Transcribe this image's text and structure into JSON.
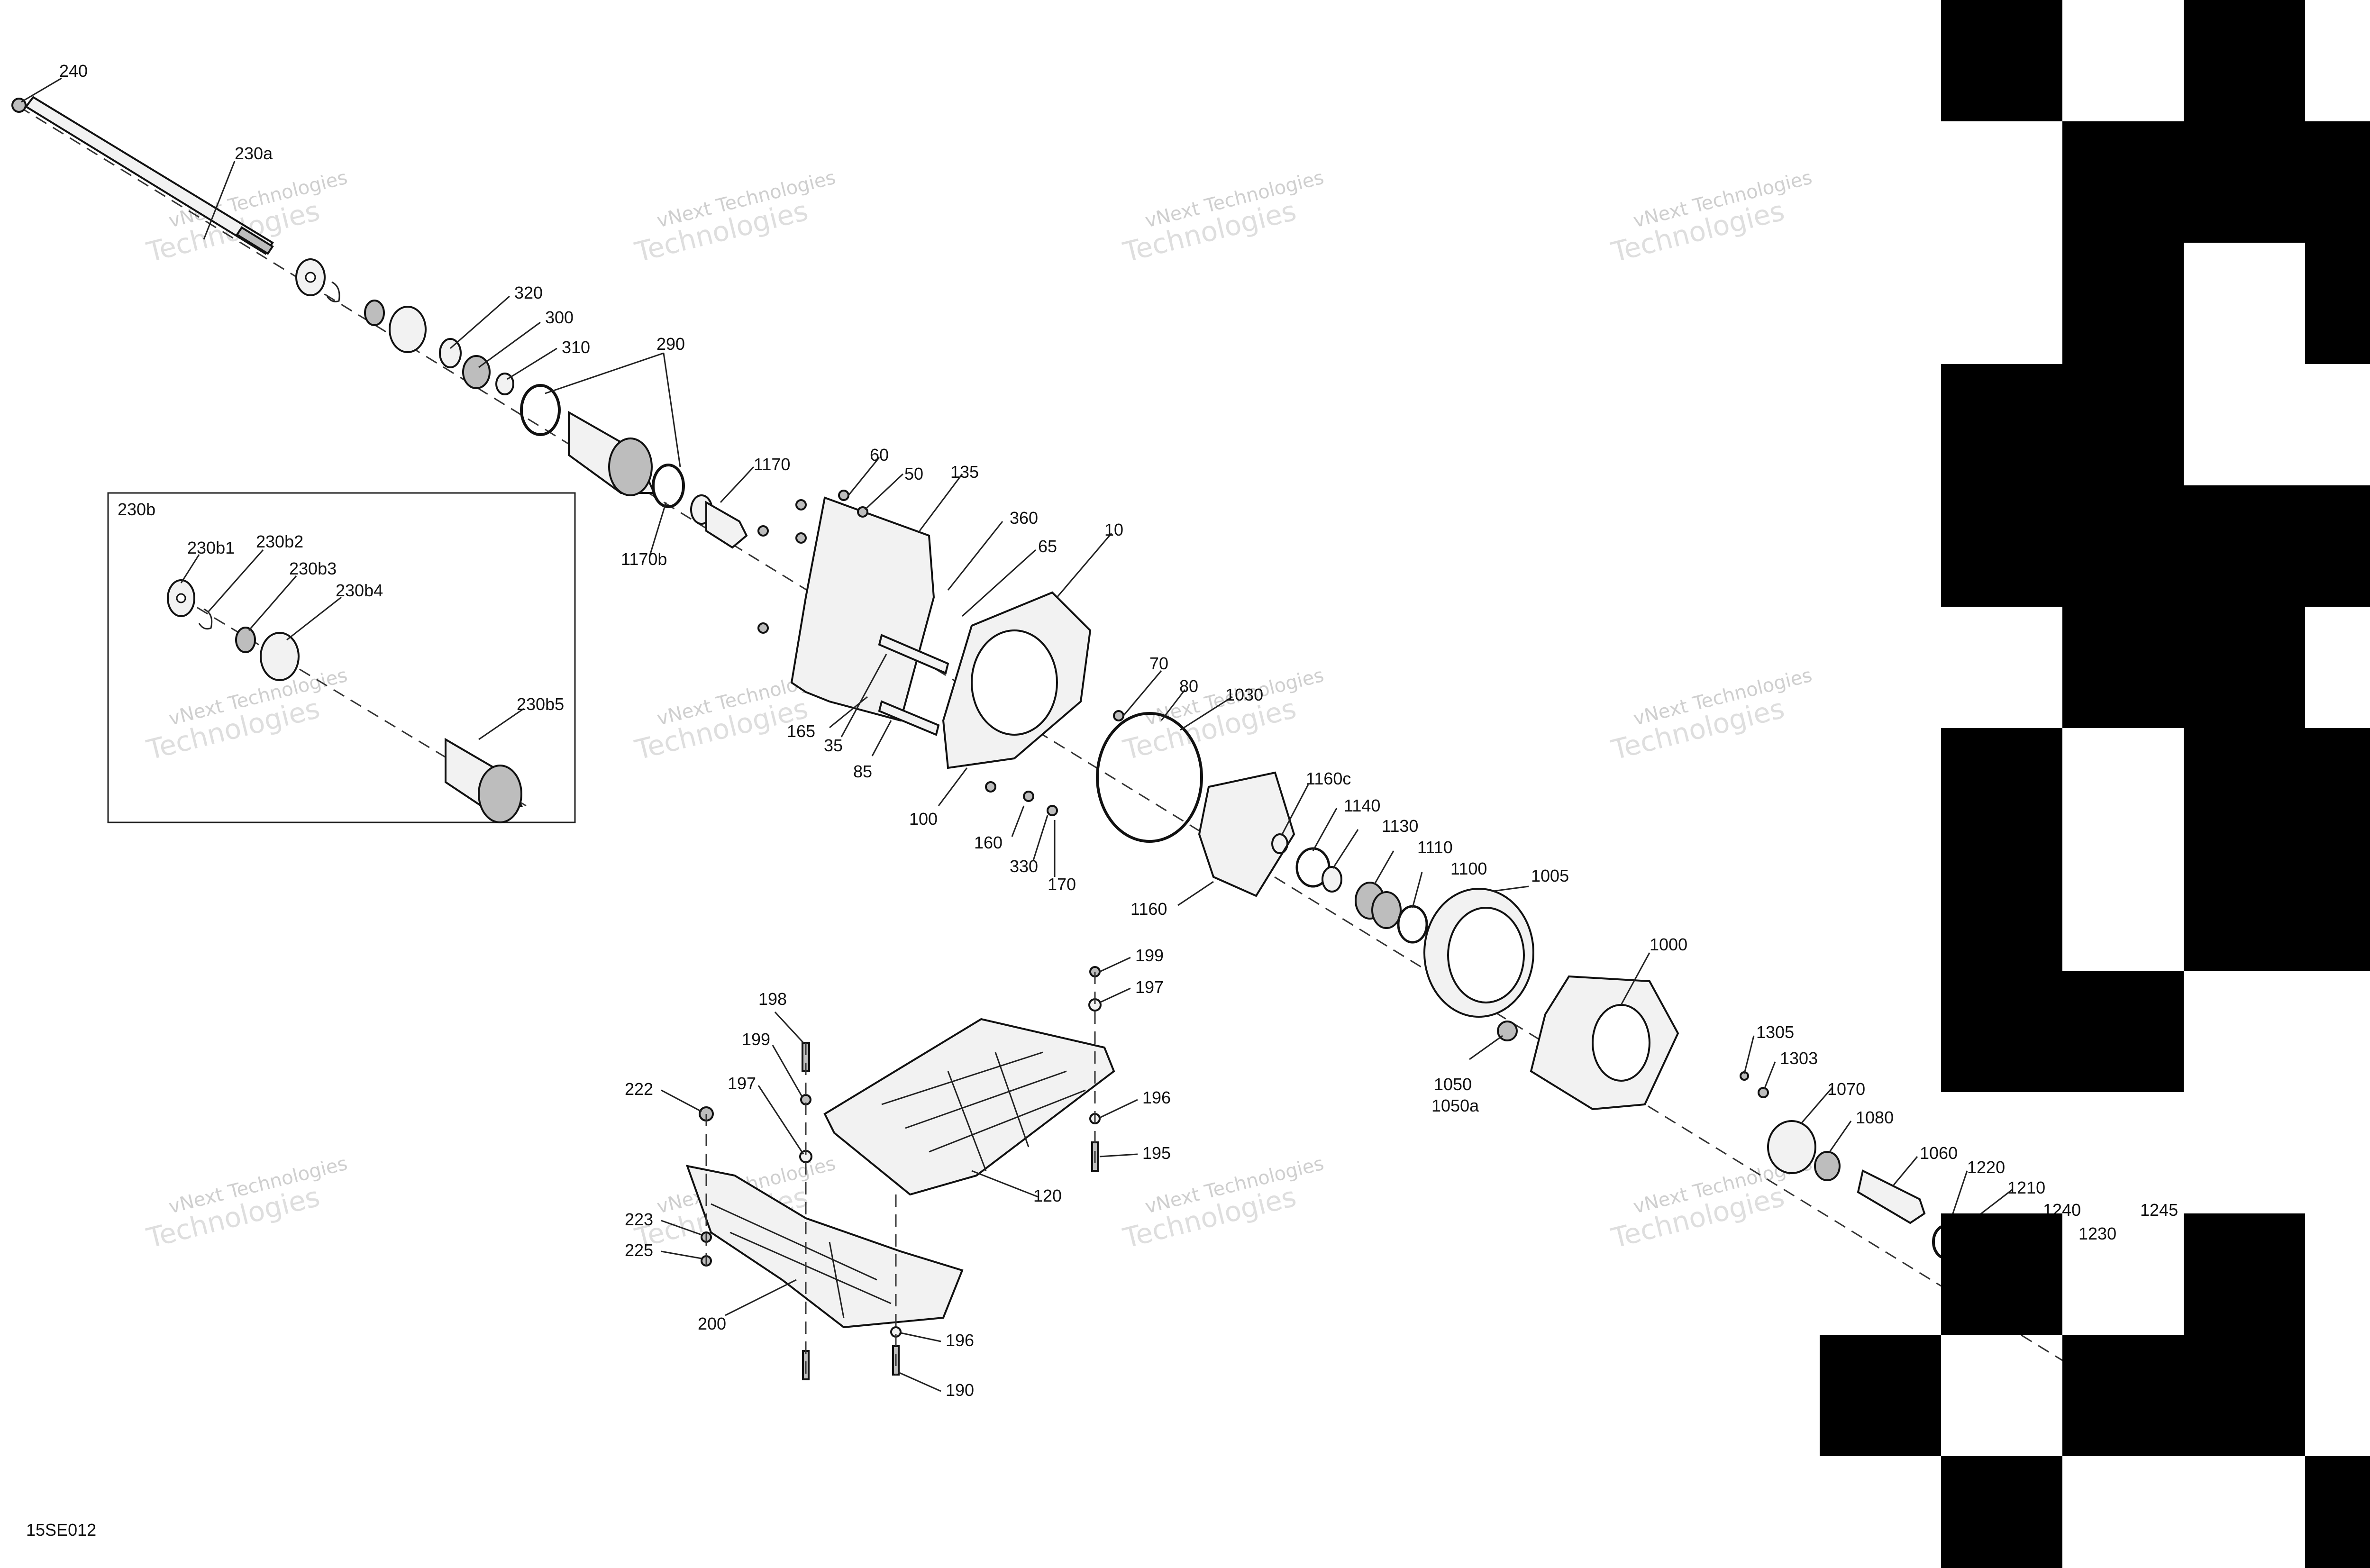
{
  "diagram": {
    "code": "15SE012",
    "inset_title": "230b",
    "watermark_line1": "vNext",
    "watermark_line2": "Technologies",
    "watermark_full": "vNext Technologies",
    "callouts": {
      "c240": "240",
      "c230a": "230a",
      "c320": "320",
      "c300": "300",
      "c310": "310",
      "c290": "290",
      "c1170": "1170",
      "c1170b": "1170b",
      "c60": "60",
      "c50": "50",
      "c135": "135",
      "c360": "360",
      "c65": "65",
      "c10": "10",
      "c70": "70",
      "c80": "80",
      "c1030": "1030",
      "c165": "165",
      "c35": "35",
      "c85": "85",
      "c100": "100",
      "c160": "160",
      "c330": "330",
      "c170": "170",
      "c1160c": "1160c",
      "c1140": "1140",
      "c1130": "1130",
      "c1110": "1110",
      "c1100": "1100",
      "c1160": "1160",
      "c1005": "1005",
      "c1000": "1000",
      "c1050": "1050",
      "c1050a": "1050a",
      "c1305": "1305",
      "c1303": "1303",
      "c1070": "1070",
      "c1080": "1080",
      "c1060": "1060",
      "c1220": "1220",
      "c1210": "1210",
      "c1240": "1240",
      "c1230": "1230",
      "c1245": "1245",
      "c199a": "199",
      "c197a": "197",
      "c198": "198",
      "c199b": "199",
      "c197b": "197",
      "c196a": "196",
      "c195": "195",
      "c222": "222",
      "c120": "120",
      "c223": "223",
      "c225": "225",
      "c200": "200",
      "c196b": "196",
      "c190": "190",
      "c230b1": "230b1",
      "c230b2": "230b2",
      "c230b3": "230b3",
      "c230b4": "230b4",
      "c230b5": "230b5"
    }
  }
}
